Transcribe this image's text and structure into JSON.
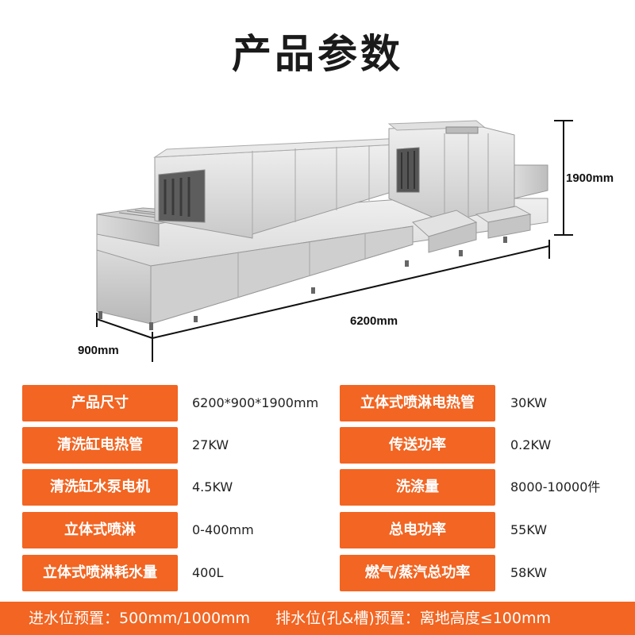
{
  "title": "产品参数",
  "dimensions": {
    "height": "1900mm",
    "length": "6200mm",
    "width": "900mm"
  },
  "specs": [
    {
      "left_label": "产品尺寸",
      "left_value": "6200*900*1900mm",
      "right_label": "立体式喷淋电热管",
      "right_value": "30KW"
    },
    {
      "left_label": "清洗缸电热管",
      "left_value": "27KW",
      "right_label": "传送功率",
      "right_value": "0.2KW"
    },
    {
      "left_label": "清洗缸水泵电机",
      "left_value": "4.5KW",
      "right_label": "洗涤量",
      "right_value": "8000-10000件"
    },
    {
      "left_label": "立体式喷淋",
      "left_value": "0-400mm",
      "right_label": "总电功率",
      "right_value": "55KW"
    },
    {
      "left_label": "立体式喷淋耗水量",
      "left_value": "400L",
      "right_label": "燃气/蒸汽总功率",
      "right_value": "58KW"
    }
  ],
  "footer": {
    "inlet": "进水位预置：500mm/1000mm",
    "drain": "排水位(孔&槽)预置：离地高度≤100mm"
  },
  "colors": {
    "accent": "#f26522",
    "steel": "#d9d9d9"
  }
}
